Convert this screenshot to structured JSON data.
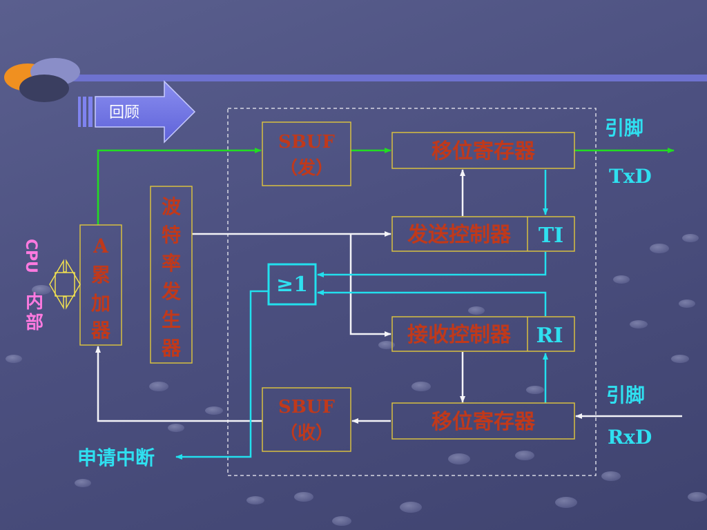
{
  "nav": {
    "review_label": "回顾"
  },
  "blocks": {
    "sbuf_send": {
      "line1": "SBUF",
      "line2": "（发）"
    },
    "shift_reg_send": {
      "label": "移位寄存器"
    },
    "send_ctrl": {
      "label": "发送控制器"
    },
    "ti": {
      "label": "TI"
    },
    "or_gate": {
      "label": "≥1"
    },
    "recv_ctrl": {
      "label": "接收控制器"
    },
    "ri": {
      "label": "RI"
    },
    "sbuf_recv": {
      "line1": "SBUF",
      "line2": "（收）"
    },
    "shift_reg_recv": {
      "label": "移位寄存器"
    },
    "accumulator": {
      "chars": [
        "A",
        "累",
        "加",
        "器"
      ]
    },
    "baud_gen": {
      "chars": [
        "波",
        "特",
        "率",
        "发",
        "生",
        "器"
      ]
    }
  },
  "pins": {
    "tx_pin": "引脚",
    "txd": "TxD",
    "rx_pin": "引脚",
    "rxd": "RxD"
  },
  "cpu_label": {
    "chars": [
      "C",
      "P",
      "U",
      "内",
      "部"
    ]
  },
  "interrupt_label": "申请中断",
  "colors": {
    "green": "#22dd22",
    "cyan": "#22e0ee",
    "white": "#f4f4f8",
    "box_border": "#d8c040",
    "text_red": "#c0391b",
    "pink": "#ff7ae0"
  }
}
